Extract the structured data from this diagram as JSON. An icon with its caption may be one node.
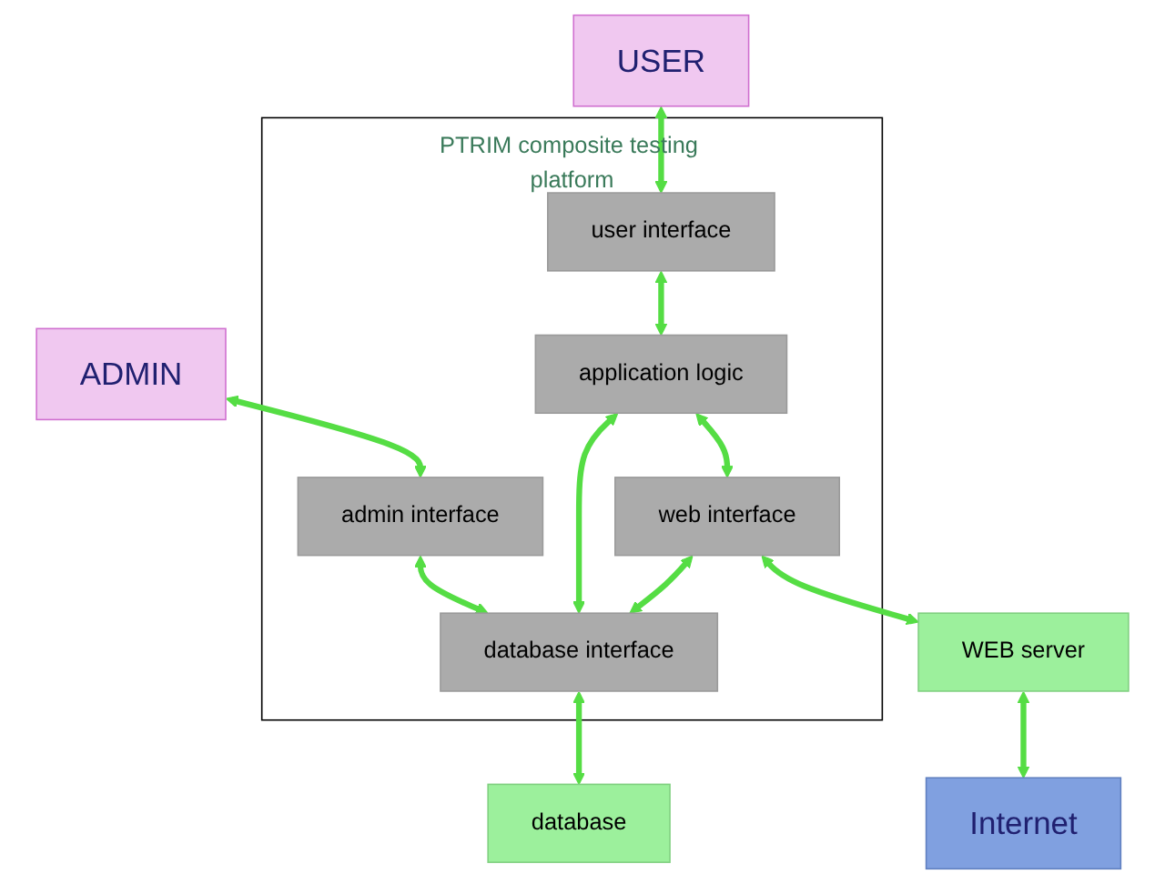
{
  "diagram": {
    "nodes": [
      {
        "text": [
          "USER"
        ]
      },
      {
        "text": [
          "ADMIN"
        ]
      },
      {
        "text": [
          "PTRIM composite testing platform"
        ]
      },
      {
        "text": [
          "user interface"
        ],
        "in": 2
      },
      {
        "text": [
          "admin interface"
        ],
        "in": 2
      },
      {
        "text": [
          "application logic"
        ],
        "in": 2
      },
      {
        "text": [
          "database interface"
        ],
        "in": 2
      },
      {
        "text": [
          "web interface"
        ],
        "in": 2
      },
      {
        "text": [
          "database"
        ]
      },
      {
        "text": [
          "WEB server"
        ]
      },
      {
        "text": [
          "Internet"
        ]
      }
    ],
    "edges": [
      {
        "from": 0,
        "to": 3,
        "arrow": "both"
      },
      {
        "from": 1,
        "to": 4,
        "arrow": "both"
      },
      {
        "from": 3,
        "to": 5,
        "arrow": "both"
      },
      {
        "from": 4,
        "to": 6,
        "arrow": "both"
      },
      {
        "from": 5,
        "to": 6,
        "arrow": "both"
      },
      {
        "from": 5,
        "to": 7,
        "arrow": "both"
      },
      {
        "from": 7,
        "to": 6,
        "arrow": "both"
      },
      {
        "from": 6,
        "to": 8,
        "arrow": "both"
      },
      {
        "from": 7,
        "to": 9,
        "arrow": "both"
      },
      {
        "from": 9,
        "to": 10,
        "arrow": "both"
      }
    ]
  }
}
